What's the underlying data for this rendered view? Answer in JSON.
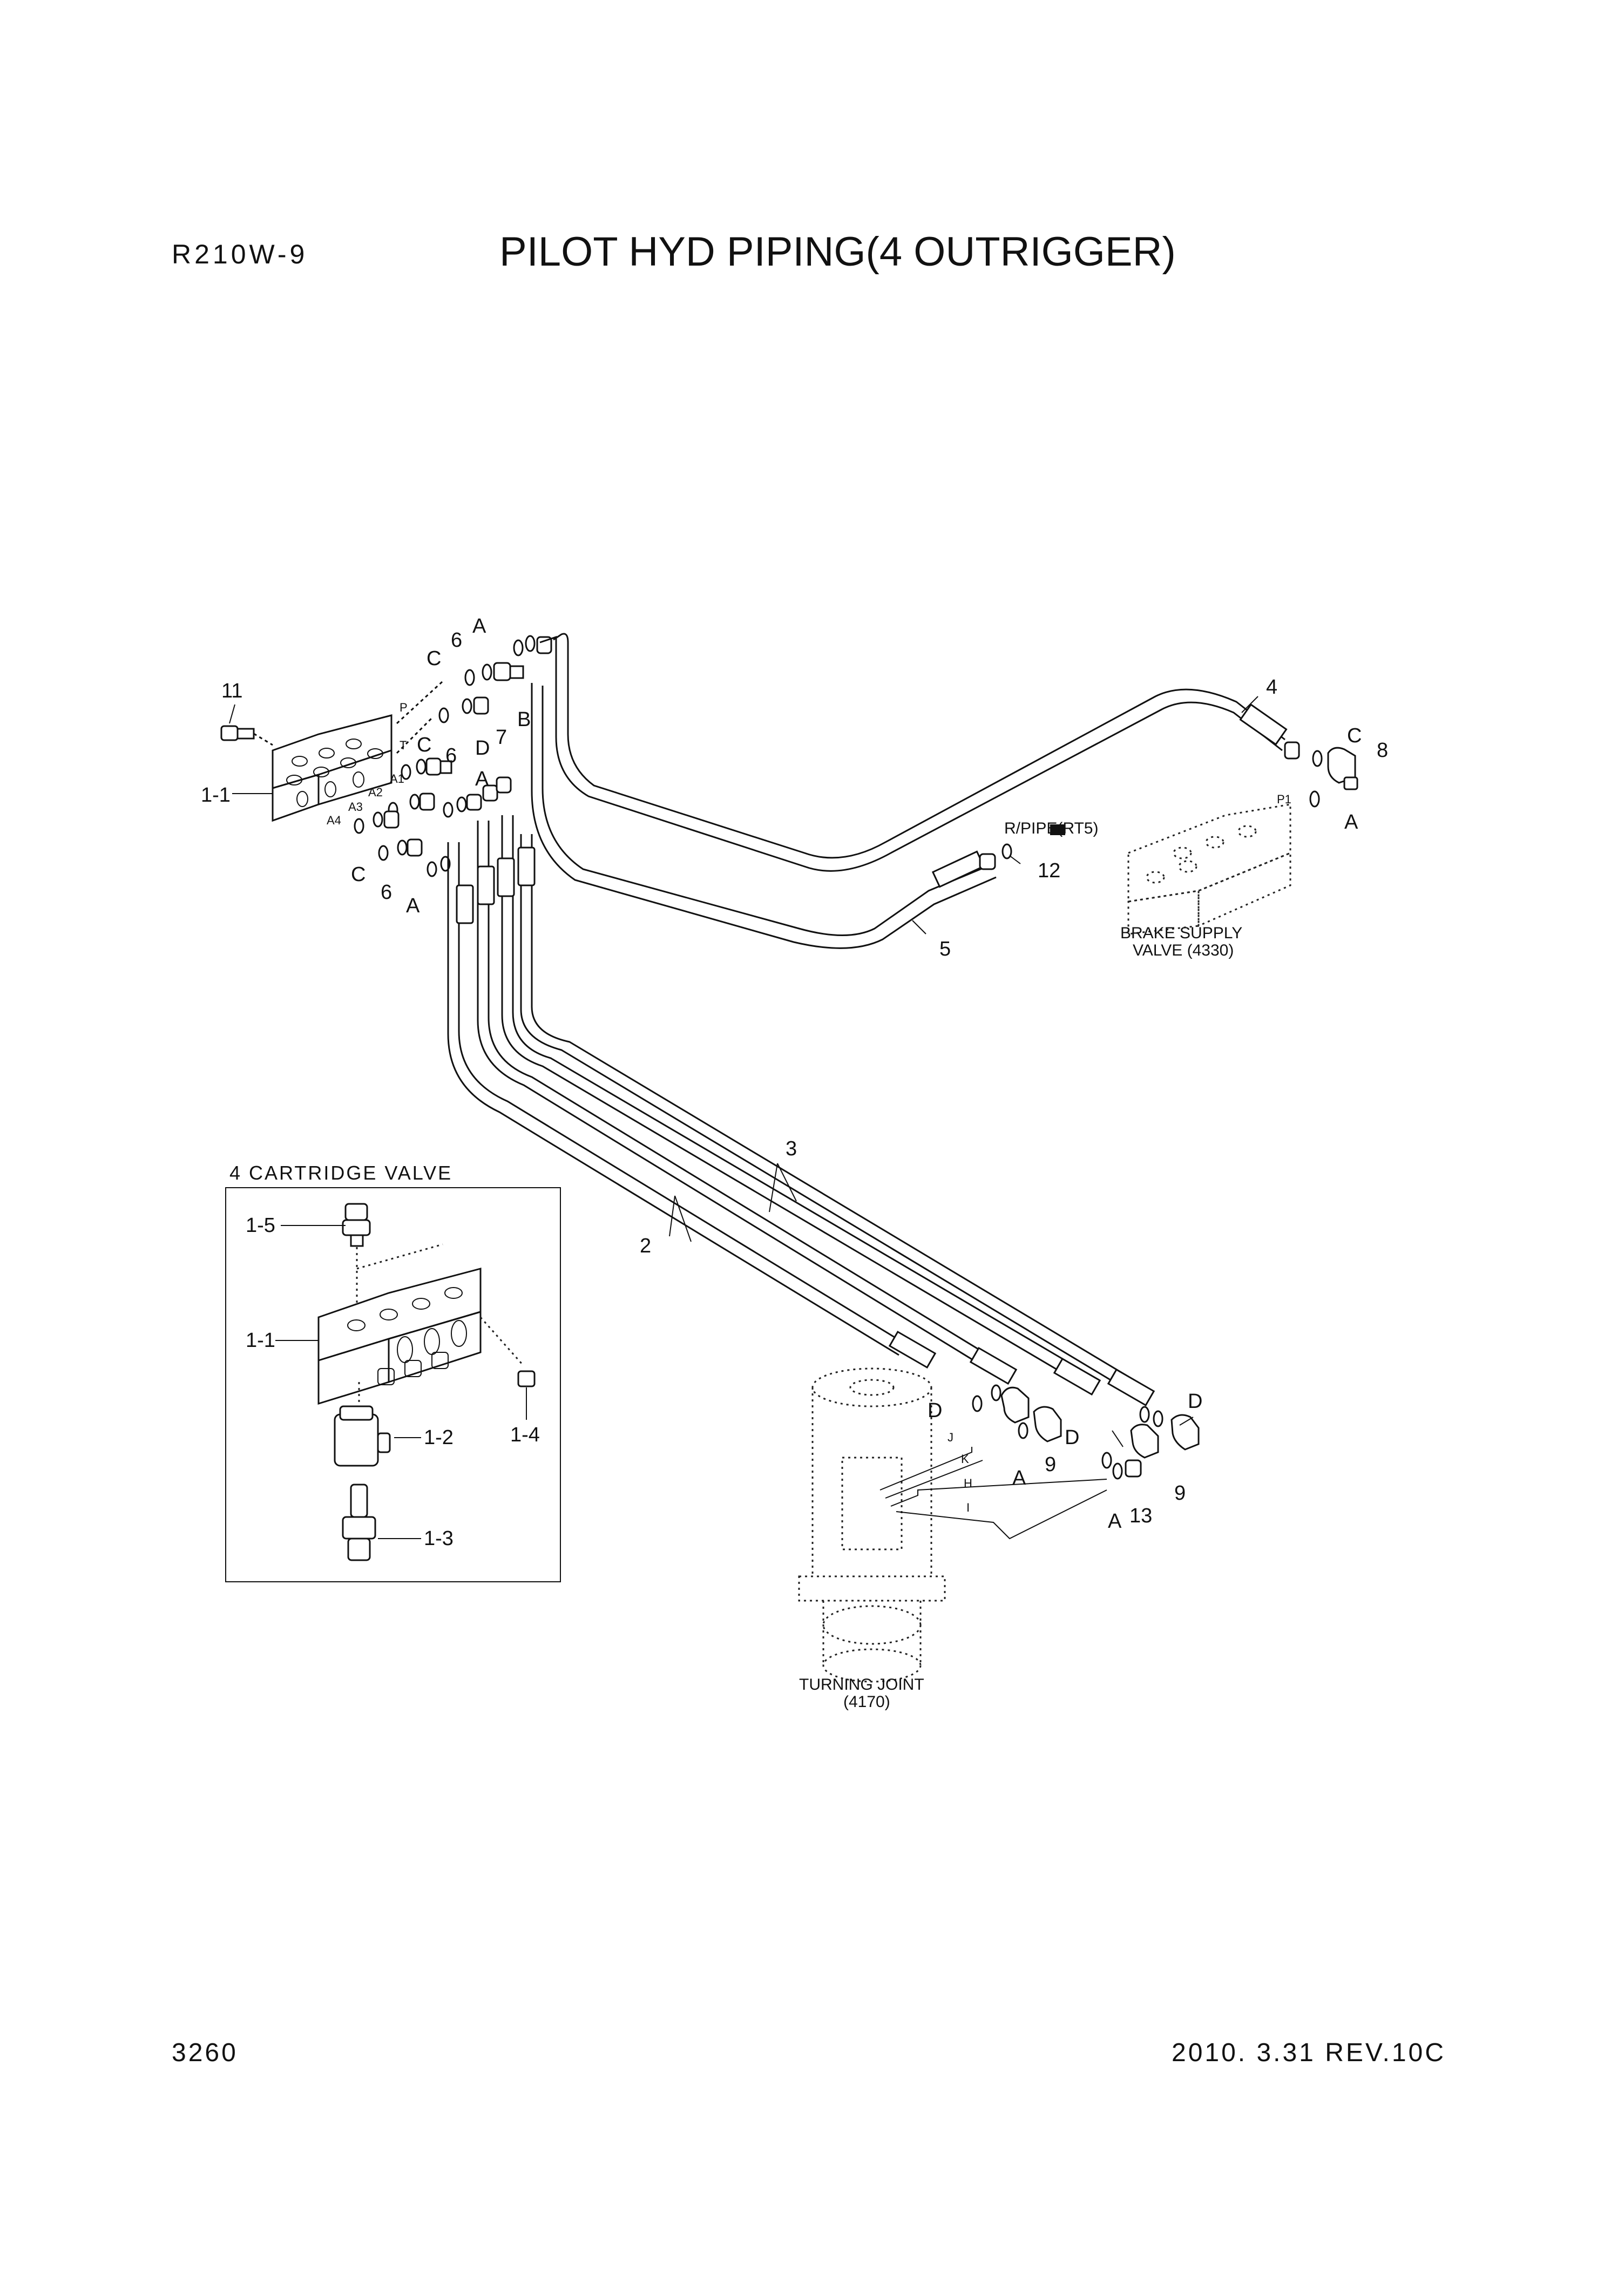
{
  "header": {
    "model": "R210W-9",
    "title": "PILOT HYD PIPING(4 OUTRIGGER)"
  },
  "footer": {
    "page_number": "3260",
    "revision": "2010. 3.31  REV.10C"
  },
  "inset": {
    "title": "4 CARTRIDGE VALVE",
    "labels": [
      "1-5",
      "1-1",
      "1-2",
      "1-4",
      "1-3"
    ]
  },
  "components": {
    "brake_supply_valve": {
      "line1": "BRAKE SUPPLY",
      "line2": "VALVE (4330)"
    },
    "turning_joint": {
      "line1": "TURNING JOINT",
      "line2": "(4170)"
    },
    "return_pipe": "R/PIPE(RT5)"
  },
  "callouts": {
    "c11": "11",
    "c1_1": "1-1",
    "c6a": "6",
    "cA1": "A",
    "cC1": "C",
    "cB": "B",
    "c7": "7",
    "cD1": "D",
    "cC2": "C",
    "c6b": "6",
    "cA2": "A",
    "cC3": "C",
    "c6c": "6",
    "cA3": "A",
    "c4": "4",
    "cC4": "C",
    "c8": "8",
    "cA4": "A",
    "c12": "12",
    "c5": "5",
    "c3": "3",
    "c2": "2",
    "cD2": "D",
    "cA5": "A",
    "c9a": "9",
    "cD3": "D",
    "cD4": "D",
    "c9b": "9",
    "cA6": "A",
    "c13": "13"
  },
  "port_labels": {
    "P": "P",
    "T": "T",
    "A1": "A1",
    "A2": "A2",
    "A3": "A3",
    "A4": "A4",
    "P1": "P1",
    "J": "J",
    "K": "K",
    "H": "H",
    "I": "I"
  }
}
